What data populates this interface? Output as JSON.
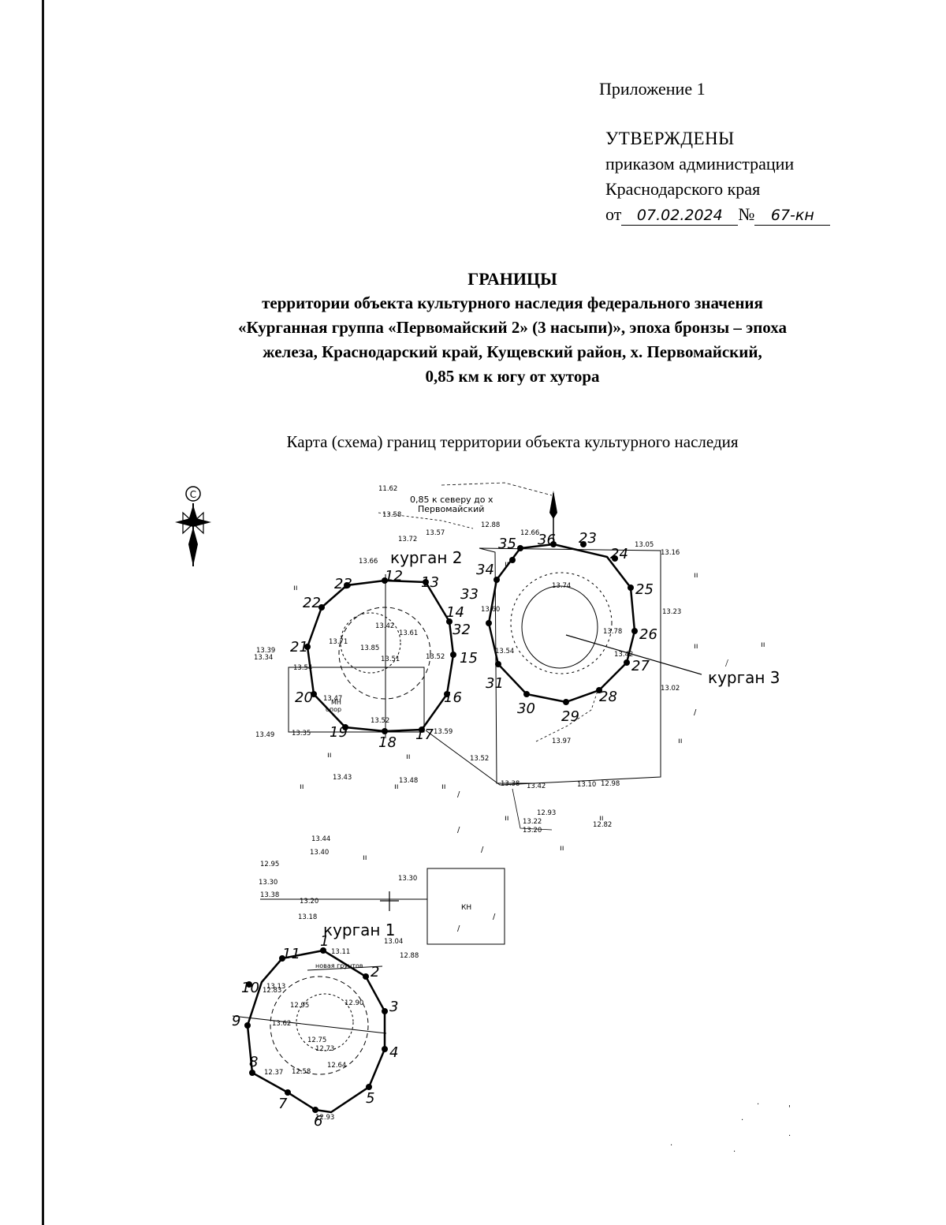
{
  "header": {
    "annex": "Приложение 1",
    "approved": "УТВЕРЖДЕНЫ",
    "order_line1": "приказом администрации",
    "order_line2": "Краснодарского края",
    "date_prefix": "от",
    "date_value": "07.02.2024",
    "number_prefix": "№",
    "number_value": "67-кн"
  },
  "title": {
    "heading": "ГРАНИЦЫ",
    "line1": "территории объекта культурного наследия федерального значения",
    "line2": "«Курганная группа «Первомайский 2» (3 насыпи)», эпоха бронзы – эпоха",
    "line3": "железа, Краснодарский край, Кущевский район, х. Первомайский,",
    "line4": "0,85 км к югу от хутора"
  },
  "subtitle": "Карта (схема) границ территории объекта культурного наследия",
  "map": {
    "compass_letter": "С",
    "north_note_1": "0,85 к северу до х",
    "north_note_2": "Первомайский",
    "kurgan1_label": "курган 1",
    "kurgan2_label": "курган 2",
    "kurgan3_label": "курган 3",
    "kurgan1_points": [
      "1",
      "2",
      "3",
      "4",
      "5",
      "6",
      "7",
      "8",
      "9",
      "10",
      "11"
    ],
    "kurgan2_points": [
      "12",
      "13",
      "14",
      "15",
      "16",
      "17",
      "18",
      "19",
      "20",
      "21",
      "22",
      "23"
    ],
    "kurgan3_points": [
      "24",
      "25",
      "26",
      "27",
      "28",
      "29",
      "30",
      "31",
      "32",
      "33",
      "34",
      "35",
      "36",
      "23"
    ],
    "elevations": [
      "11.62",
      "13.58",
      "13.57",
      "13.72",
      "12.88",
      "12.66",
      "13.05",
      "13.16",
      "13.23",
      "13.02",
      "13.66",
      "13.61",
      "13.42",
      "13.51",
      "13.52",
      "13.85",
      "13.71",
      "13.39",
      "13.34",
      "13.54",
      "13.47",
      "13.52",
      "13.35",
      "13.49",
      "13.43",
      "13.48",
      "13.59",
      "13.52",
      "13.38",
      "13.42",
      "13.10",
      "12.98",
      "12.93",
      "12.82",
      "13.22",
      "13.20",
      "13.44",
      "13.40",
      "12.95",
      "13.30",
      "13.20",
      "13.30",
      "13.38",
      "13.18",
      "13.13",
      "13.04",
      "12.88",
      "12.83",
      "13.11",
      "12.90",
      "12.95",
      "12.75",
      "12.73",
      "12.64",
      "12.58",
      "12.37",
      "12.93",
      "13.62",
      "13.60",
      "13.54",
      "13.74",
      "13.78",
      "13.42",
      "13.97"
    ],
    "small_labels": [
      "МН",
      "опор",
      "КН",
      "новая грунтов",
      "курган 2",
      "курган 3",
      "курган"
    ]
  }
}
